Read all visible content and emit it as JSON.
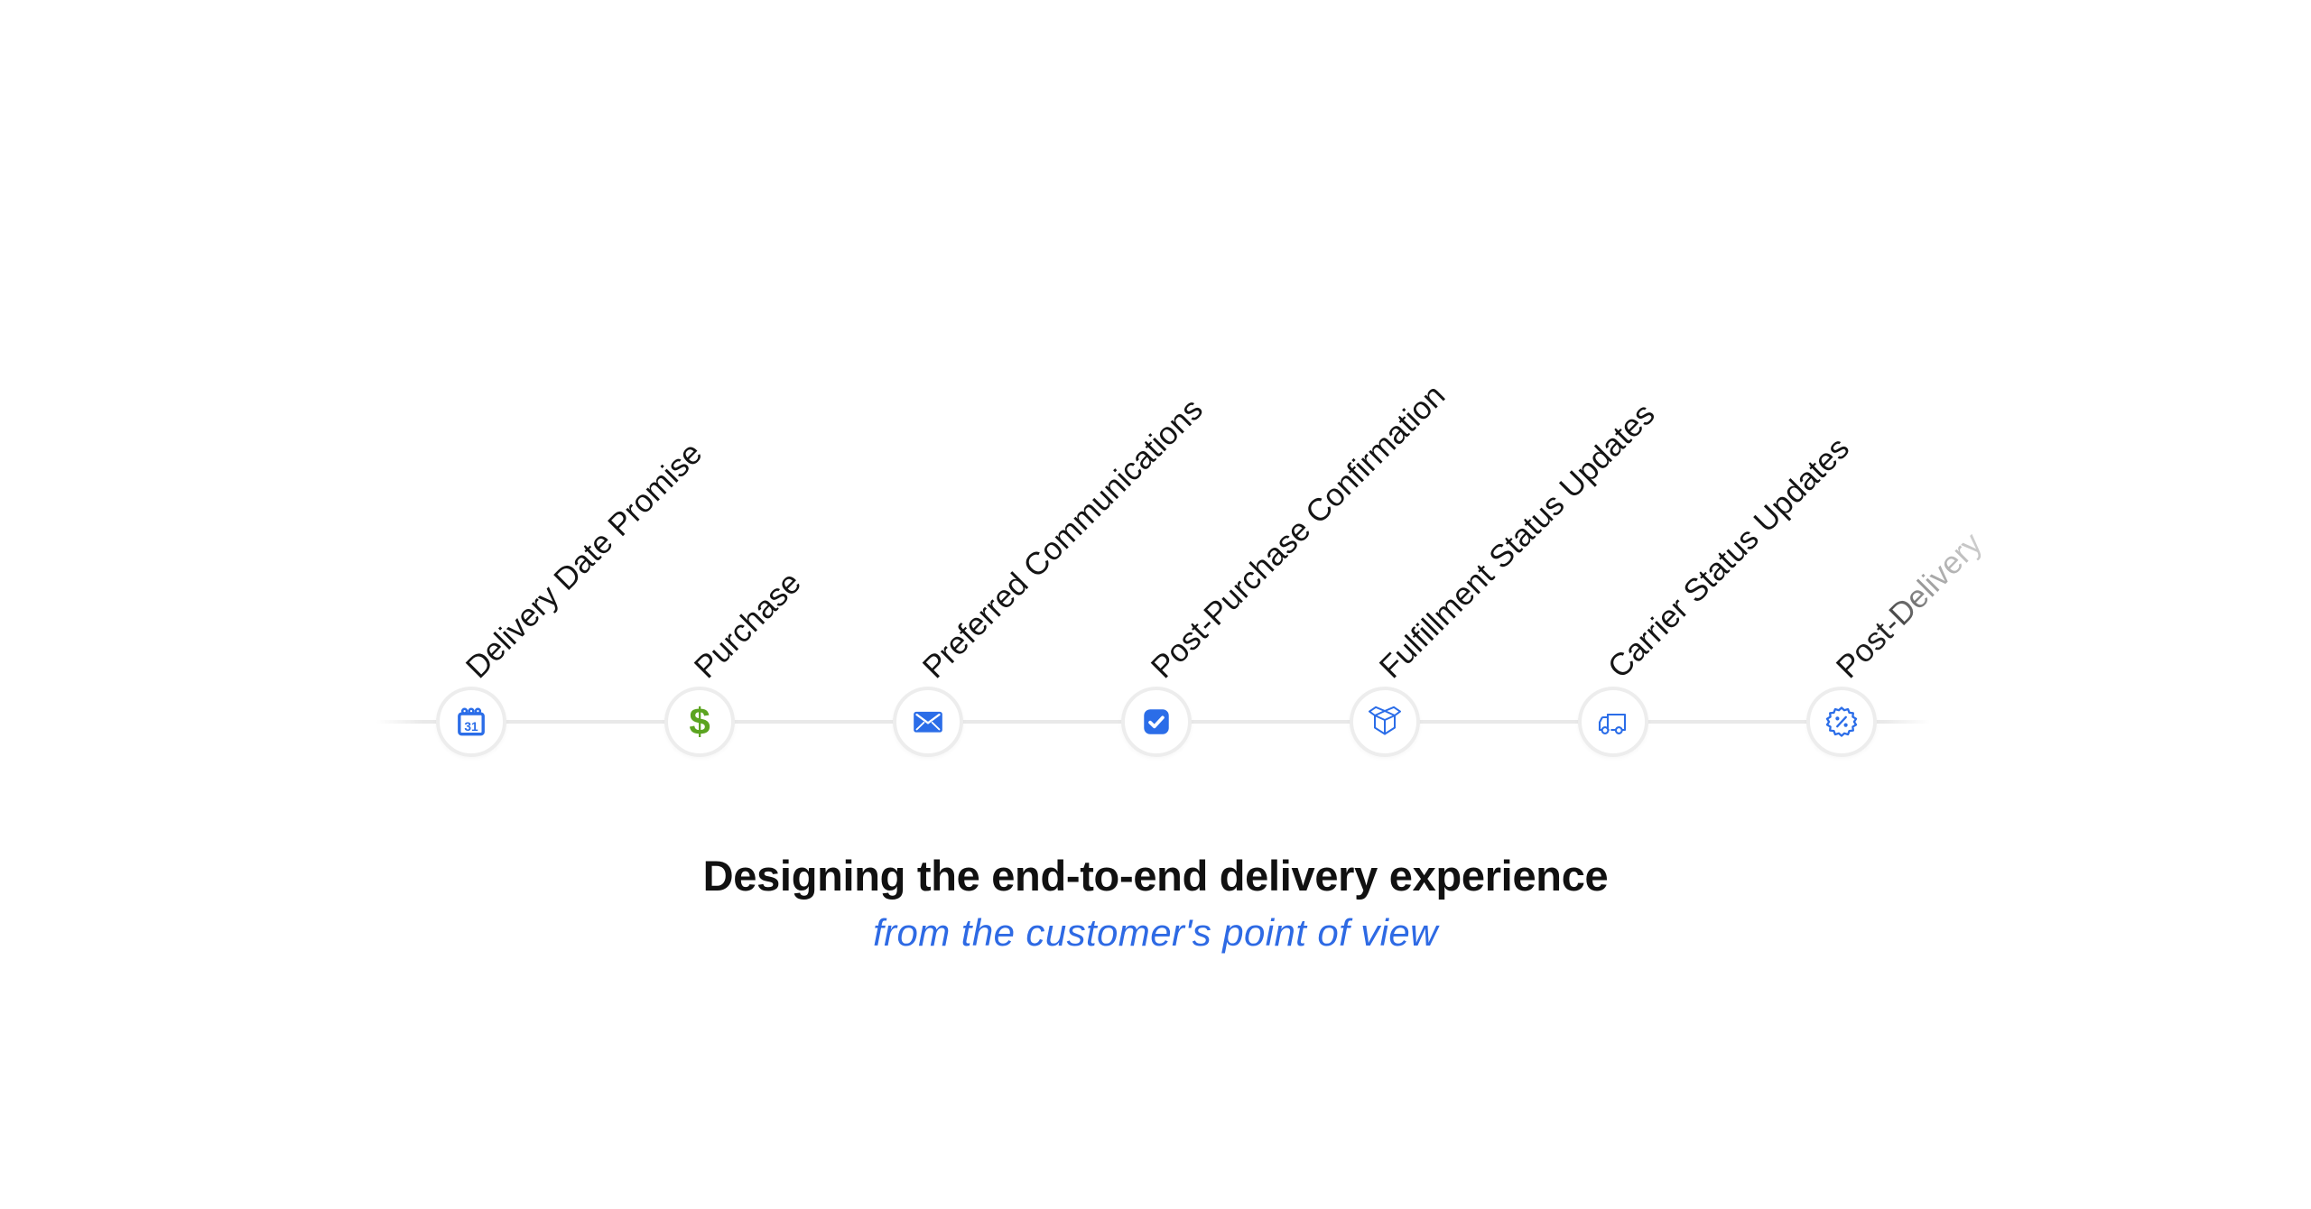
{
  "journey": {
    "steps": [
      {
        "label": "Delivery Date Promise",
        "icon": "calendar-icon",
        "icon_text": "31"
      },
      {
        "label": "Purchase",
        "icon": "dollar-icon",
        "icon_text": "$"
      },
      {
        "label": "Preferred Communications",
        "icon": "envelope-icon"
      },
      {
        "label": "Post-Purchase Confirmation",
        "icon": "checkbox-checked-icon"
      },
      {
        "label": "Fulfillment Status Updates",
        "icon": "open-box-icon"
      },
      {
        "label": "Carrier Status Updates",
        "icon": "delivery-truck-icon"
      },
      {
        "label": "Post-Delivery",
        "icon": "discount-badge-icon",
        "faded": true
      }
    ]
  },
  "caption": {
    "title": "Designing the end-to-end delivery experience",
    "subtitle": "from the customer's point of view"
  },
  "colors": {
    "accent_blue": "#2b6de8",
    "dollar_green": "#5ba420",
    "label_black": "#141414",
    "faded_label_gray": "#cfcfcf",
    "line_gray": "#e9e9e9",
    "circle_border_gray": "#ededed",
    "subtitle_blue": "#2e6ae4"
  }
}
